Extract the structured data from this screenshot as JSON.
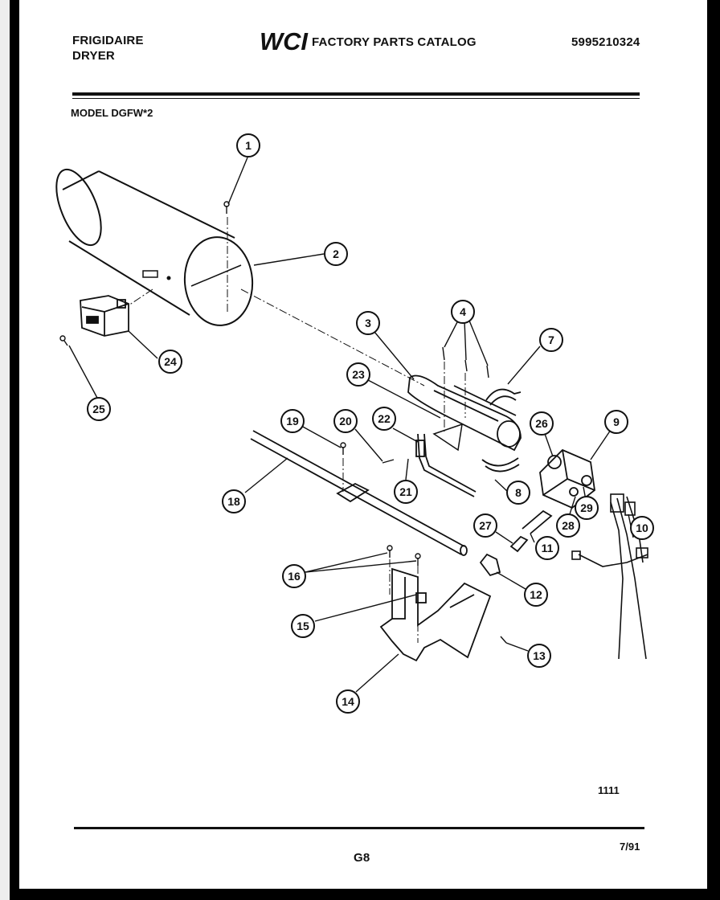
{
  "header": {
    "brand": "FRIGIDAIRE",
    "product": "DRYER",
    "logo_text": "WCI",
    "catalog_title": "FACTORY PARTS CATALOG",
    "catalog_number": "5995210324",
    "model": "MODEL DGFW*2"
  },
  "footer": {
    "figure_code": "1111",
    "page": "G8",
    "date": "7/91"
  },
  "callouts": [
    "1",
    "2",
    "3",
    "4",
    "7",
    "8",
    "9",
    "10",
    "11",
    "12",
    "13",
    "14",
    "15",
    "16",
    "18",
    "19",
    "20",
    "21",
    "22",
    "23",
    "24",
    "25",
    "26",
    "27",
    "28",
    "29"
  ],
  "colors": {
    "ink": "#111111",
    "paper": "#ffffff",
    "background": "#000000"
  }
}
